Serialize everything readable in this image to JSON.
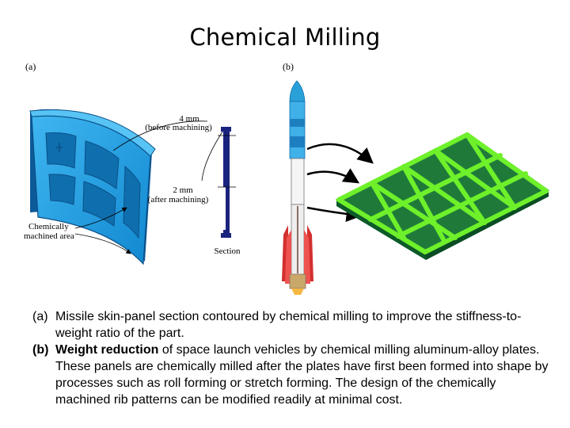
{
  "title": "Chemical Milling",
  "panels": {
    "a_label": "(a)",
    "b_label": "(b)"
  },
  "annotations": {
    "before_value": "4   mm",
    "before_note": "(before   machining)",
    "after_value": "2   mm",
    "after_note": "(after    machining)",
    "area_line1": "Chemically",
    "area_line2": "machined   area",
    "section": "Section"
  },
  "caption": {
    "a_marker": "(a)",
    "a_text": "Missile skin-panel section contoured by chemical milling to improve the stiffness-to-weight ratio of the part.",
    "b_marker": "(b)",
    "b_lead": "Weight reduction",
    "b_text": " of space launch vehicles by chemical milling aluminum-alloy plates. These panels are chemically milled after the plates have first been formed into shape by processes such as roll forming or stretch forming. The design of the chemically machined rib patterns can be modified readily at minimal cost."
  },
  "colors": {
    "panel_blue": "#1e9fe0",
    "panel_dark": "#0d5a98",
    "section_navy": "#1a237e",
    "plate_green": "#1f7a3a",
    "rib_green": "#6ef02a",
    "rocket_red": "#d32f2f"
  }
}
